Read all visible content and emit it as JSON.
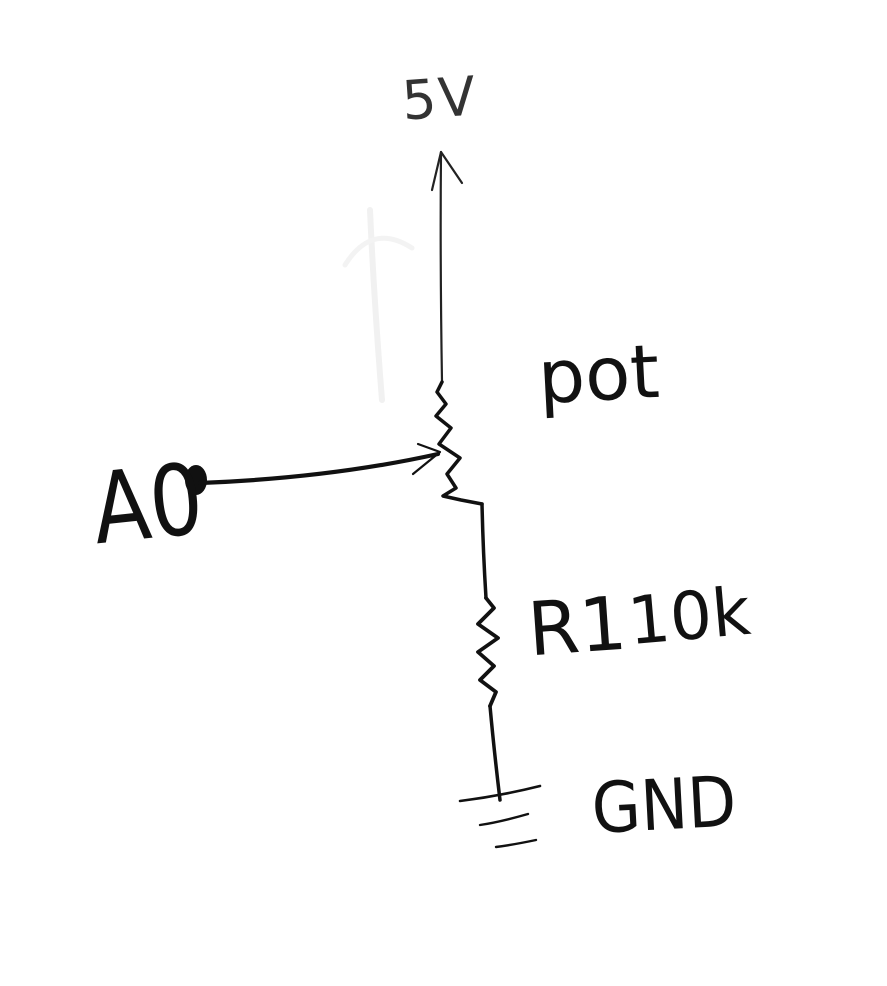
{
  "diagram": {
    "labels": {
      "supply": "5V",
      "potentiometer": "pot",
      "analog_pin": "A0",
      "resistor_name": "R1",
      "resistor_value": "10k",
      "ground": "GND"
    }
  },
  "colors": {
    "ink": "#111111",
    "faint_ink": "#333333",
    "background": "#ffffff"
  }
}
